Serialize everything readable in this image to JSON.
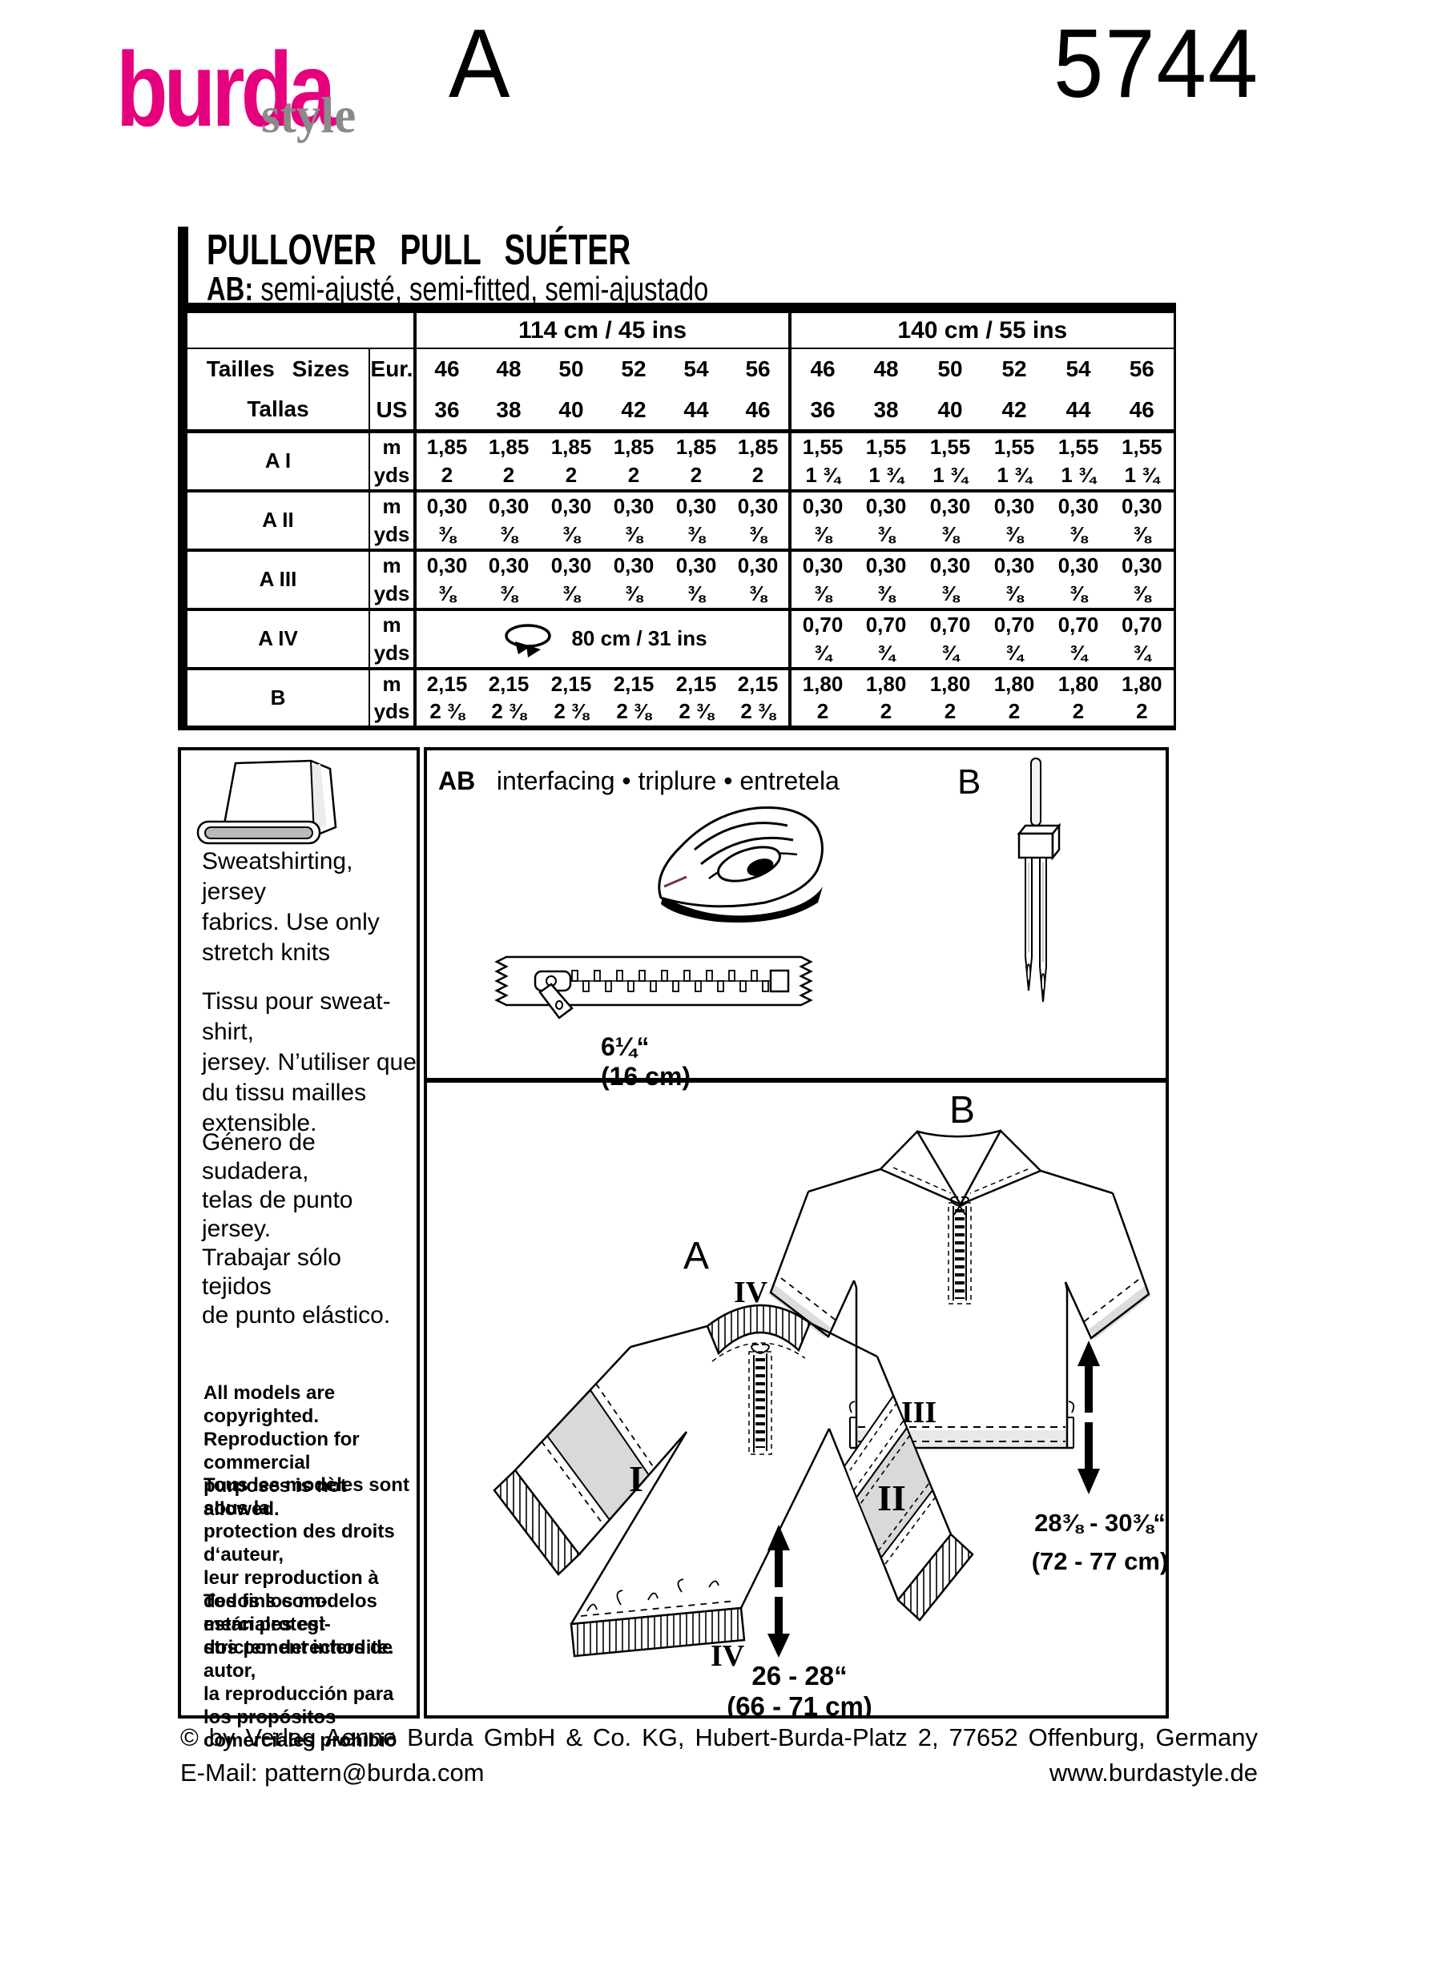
{
  "brand": {
    "logo_main": "burda",
    "logo_sub": "style",
    "view_letter": "A",
    "pattern_number": "5744",
    "brand_color": "#e6007e"
  },
  "title": {
    "main": "PULLOVER PULL SUÉTER",
    "subtitle_prefix": "AB:",
    "subtitle_rest": " semi-ajusté, semi-fitted, semi-ajustado"
  },
  "table": {
    "group_headers": [
      "114 cm / 45 ins",
      "140 cm / 55 ins"
    ],
    "size_label_line1": "Tailles  Sizes",
    "size_label_line2": "Tallas",
    "units": {
      "eur": "Eur.",
      "us": "US",
      "m": "m",
      "yds": "yds"
    },
    "row_labels": [
      "A I",
      "A II",
      "A III",
      "A IV",
      "B"
    ],
    "cells": {
      "sizes_eur": [
        "46",
        "48",
        "50",
        "52",
        "54",
        "56",
        "46",
        "48",
        "50",
        "52",
        "54",
        "56"
      ],
      "sizes_us": [
        "36",
        "38",
        "40",
        "42",
        "44",
        "46",
        "36",
        "38",
        "40",
        "42",
        "44",
        "46"
      ],
      "a1_m": [
        "1,85",
        "1,85",
        "1,85",
        "1,85",
        "1,85",
        "1,85",
        "1,55",
        "1,55",
        "1,55",
        "1,55",
        "1,55",
        "1,55"
      ],
      "a1_yds": [
        "2",
        "2",
        "2",
        "2",
        "2",
        "2",
        "1 ¾",
        "1 ¾",
        "1 ¾",
        "1 ¾",
        "1 ¾",
        "1 ¾"
      ],
      "a2_m": [
        "0,30",
        "0,30",
        "0,30",
        "0,30",
        "0,30",
        "0,30",
        "0,30",
        "0,30",
        "0,30",
        "0,30",
        "0,30",
        "0,30"
      ],
      "a2_yds": [
        "⅜",
        "⅜",
        "⅜",
        "⅜",
        "⅜",
        "⅜",
        "⅜",
        "⅜",
        "⅜",
        "⅜",
        "⅜",
        "⅜"
      ],
      "a3_m": [
        "0,30",
        "0,30",
        "0,30",
        "0,30",
        "0,30",
        "0,30",
        "0,30",
        "0,30",
        "0,30",
        "0,30",
        "0,30",
        "0,30"
      ],
      "a3_yds": [
        "⅜",
        "⅜",
        "⅜",
        "⅜",
        "⅜",
        "⅜",
        "⅜",
        "⅜",
        "⅜",
        "⅜",
        "⅜",
        "⅜"
      ],
      "a4_special": "80 cm / 31 ins",
      "a4_m_right": [
        "0,70",
        "0,70",
        "0,70",
        "0,70",
        "0,70",
        "0,70"
      ],
      "a4_yds_right": [
        "¾",
        "¾",
        "¾",
        "¾",
        "¾",
        "¾"
      ],
      "b_m": [
        "2,15",
        "2,15",
        "2,15",
        "2,15",
        "2,15",
        "2,15",
        "1,80",
        "1,80",
        "1,80",
        "1,80",
        "1,80",
        "1,80"
      ],
      "b_yds": [
        "2 ⅜",
        "2 ⅜",
        "2 ⅜",
        "2 ⅜",
        "2 ⅜",
        "2 ⅜",
        "2",
        "2",
        "2",
        "2",
        "2",
        "2"
      ]
    }
  },
  "materials": {
    "fabric_en": "Sweatshirting, jersey\nfabrics. Use only\nstretch knits",
    "fabric_fr": "Tissu pour sweat-shirt,\njersey. N’utiliser que\ndu tissu mailles\nextensible.",
    "fabric_es": "Género de sudadera,\ntelas de punto jersey.\nTrabajar sólo tejidos\nde punto elástico.",
    "copyright_en": "All models are copyrighted.\nReproduction for commercial\npurposes is not allowed.",
    "copyright_fr": "Tous les modèles sont sous la\nprotection des droits d‘auteur,\nleur reproduction à des fins com-\nmerciales est strictement interdite.",
    "copyright_es": "Todos los modelos están protegi-\ndos por derechos de autor,\nla reproducción para los propósitos\ncomerciales prohibió"
  },
  "notions": {
    "ab_label": "AB",
    "heading": "interfacing • triplure • entretela",
    "zipper_length": "6¼“\n(16 cm)",
    "needle_label": "B"
  },
  "views": {
    "a_label": "A",
    "b_label": "B",
    "roman_1": "I",
    "roman_2": "II",
    "roman_3": "III",
    "roman_4_top": "IV",
    "roman_4_hem": "IV",
    "b_length_in": "28⅜ - 30⅜“",
    "b_length_cm": "(72 - 77 cm)",
    "a_length_in": "26 - 28“",
    "a_length_cm": "(66 - 71 cm)"
  },
  "footer": {
    "line1": "© by Verlag Aenne Burda GmbH & Co. KG, Hubert-Burda-Platz 2, 77652 Offenburg, Germany",
    "email": "E-Mail: pattern@burda.com",
    "website": "www.burdastyle.de"
  }
}
